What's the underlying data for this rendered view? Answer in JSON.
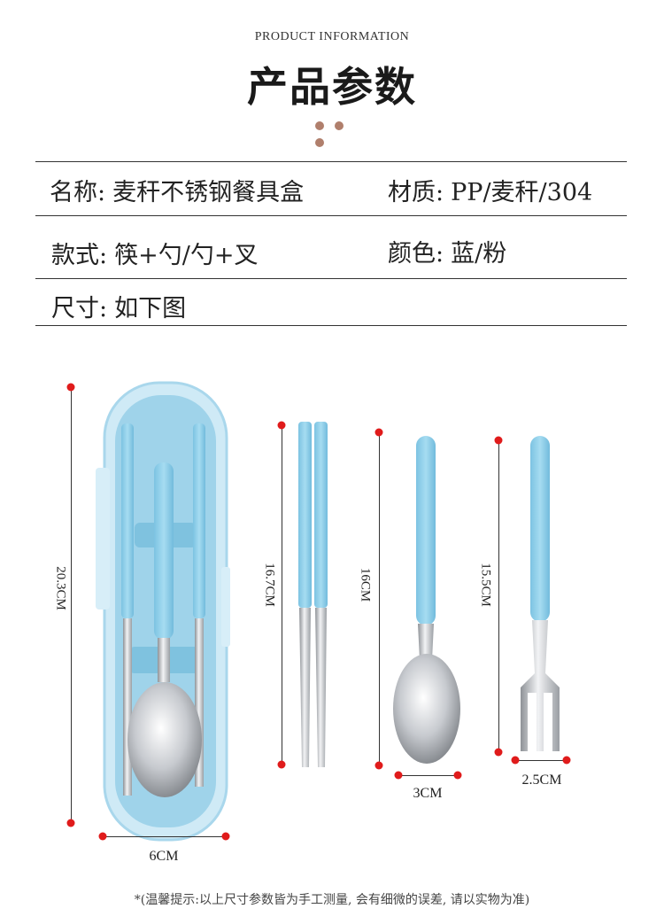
{
  "header": {
    "subtitle": "PRODUCT INFORMATION",
    "title": "产品参数",
    "dot_color": "#b07f6c"
  },
  "specs": {
    "name_label": "名称:",
    "name_value": "麦秆不锈钢餐具盒",
    "material_label": "材质:",
    "material_value": "PP/麦秆/304",
    "style_label": "款式:",
    "style_value": "筷+勺/勺+叉",
    "color_label": "颜色:",
    "color_value": "蓝/粉",
    "size_label": "尺寸:",
    "size_value": "如下图"
  },
  "dimensions": {
    "case_length": "20.3CM",
    "case_width": "6CM",
    "chopsticks_length": "16.7CM",
    "spoon_length": "16CM",
    "spoon_width": "3CM",
    "fork_length": "15.5CM",
    "fork_width": "2.5CM"
  },
  "colors": {
    "accent_blue": "#8fd0ea",
    "marker_red": "#e01b1b",
    "steel": "#c9ccd0"
  },
  "footer": {
    "note": "*(温馨提示:以上尺寸参数皆为手工测量, 会有细微的误差, 请以实物为准)"
  }
}
